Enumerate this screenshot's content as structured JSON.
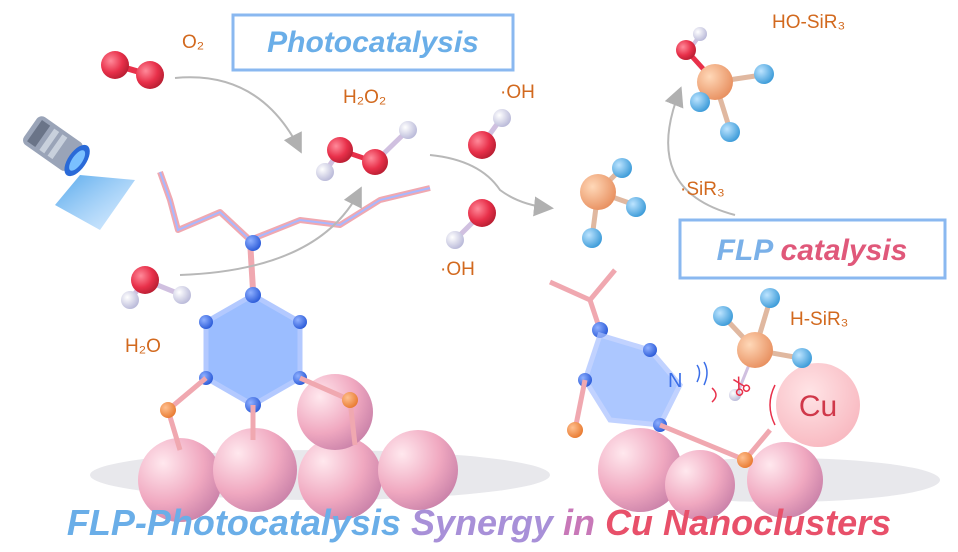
{
  "labels": {
    "o2": "O₂",
    "h2o2": "H₂O₂",
    "oh_top": "·OH",
    "oh_mid": "·OH",
    "h2o": "H₂O",
    "ho_sir3": "HO-SiR₃",
    "sir3_radical": "·SiR₃",
    "h_sir3": "H-SiR₃",
    "n_atom": "N",
    "cu": "Cu"
  },
  "boxes": {
    "photocatalysis": "Photocatalysis",
    "flp": "FLP",
    "catalysis": "catalysis"
  },
  "banner": {
    "part1": "FLP-Photocatalysis",
    "part2": "Synergy",
    "part3": "in",
    "part4": "Cu Nanoclusters"
  },
  "colors": {
    "label_orange": "#d2691e",
    "photocat_blue": "#6aaee8",
    "flp_pink": "#e0577a",
    "oxygen_red": "#e8304a",
    "silicon_orange": "#f0a070",
    "hydrogen_blue": "#5ab0e0",
    "nitrogen_blue": "#3a6ee8",
    "cu_pink": "#f5b7c0"
  }
}
